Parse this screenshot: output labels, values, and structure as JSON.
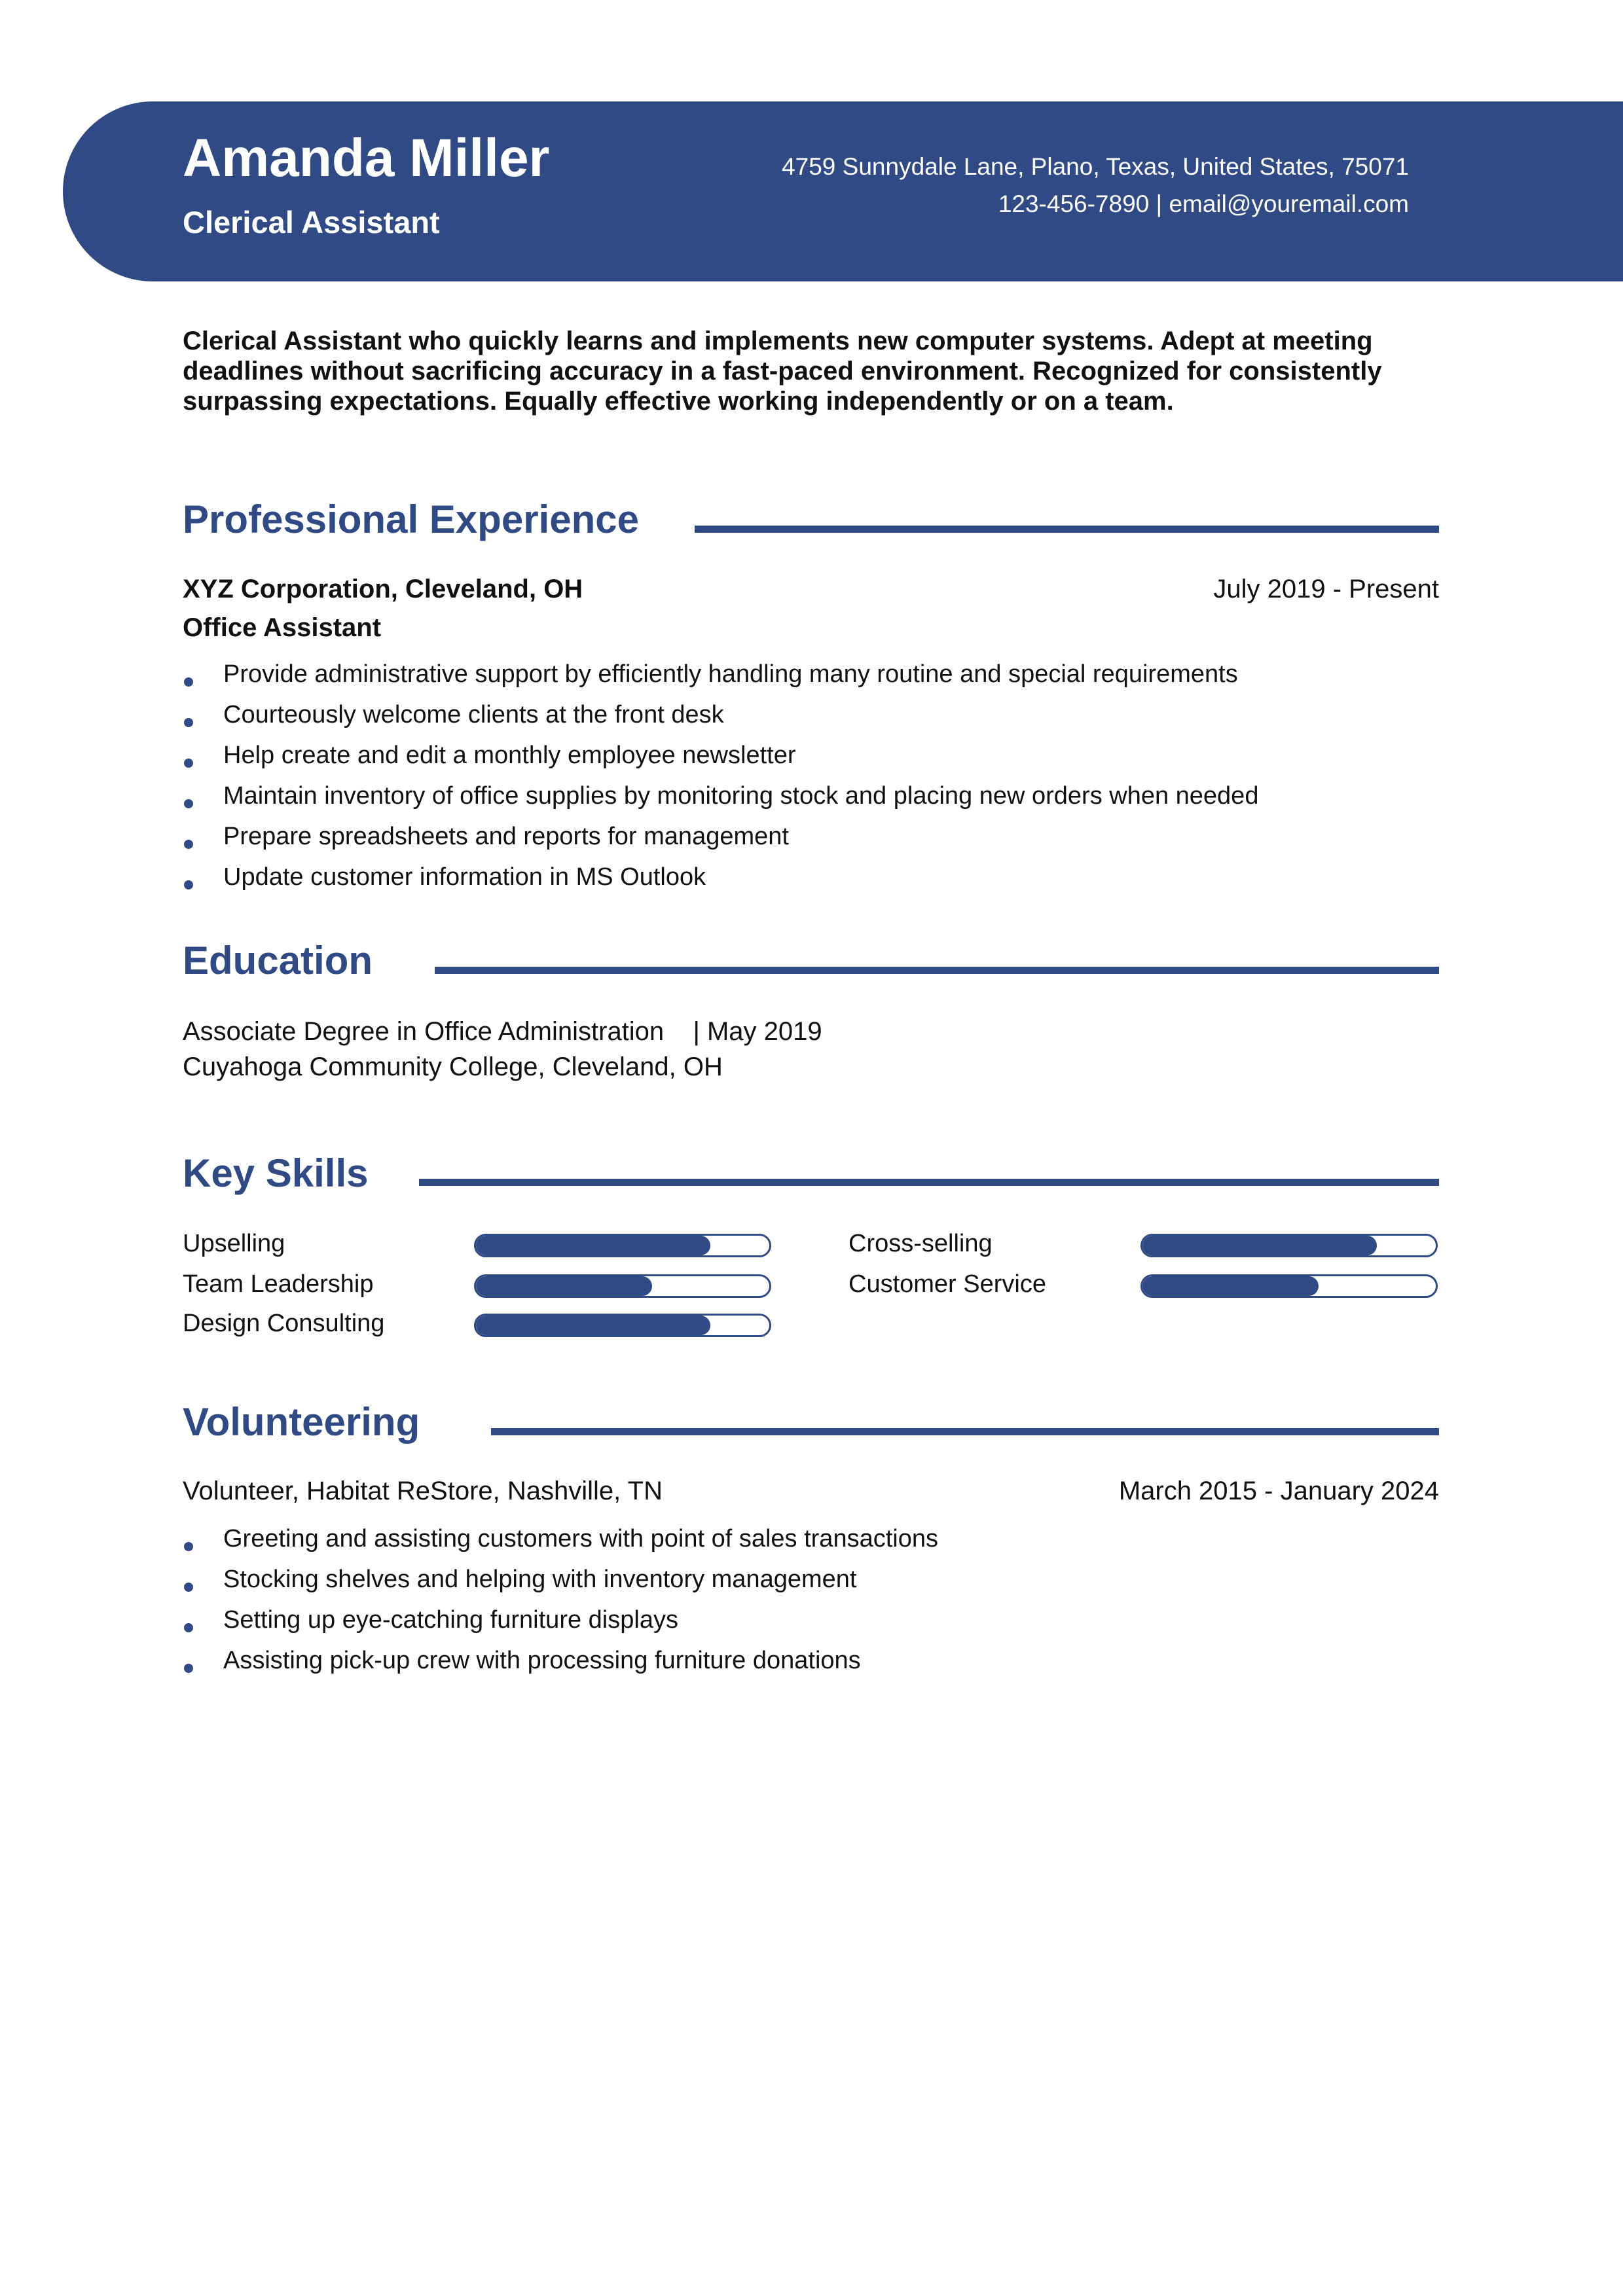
{
  "header": {
    "name": "Amanda Miller",
    "title": "Clerical Assistant",
    "address": "4759 Sunnydale Lane, Plano, Texas, United States, 75071",
    "phone": "123-456-7890",
    "separator": "|",
    "email": "email@youremail.com"
  },
  "summary": "Clerical Assistant who quickly learns and implements new computer systems. Adept at meeting deadlines without sacrificing accuracy in a fast-paced environment. Recognized for consistently surpassing expectations. Equally effective working independently or on a team.",
  "experience": {
    "heading": "Professional Experience",
    "company": "XYZ Corporation, Cleveland, OH",
    "dates": "July 2019 - Present",
    "role": "Office Assistant",
    "bullets": [
      "Provide administrative support by efficiently handling many routine and special requirements",
      "Courteously welcome clients at the front desk",
      "Help create and edit a monthly employee newsletter",
      "Maintain inventory of office supplies by monitoring stock and placing new orders when needed",
      "Prepare spreadsheets and reports for management",
      "Update customer information in MS Outlook"
    ]
  },
  "education": {
    "heading": "Education",
    "degree": "Associate Degree in Office Administration",
    "separator": "|",
    "date": "May 2019",
    "school": "Cuyahoga Community College, Cleveland, OH"
  },
  "skills": {
    "heading": "Key Skills",
    "items": [
      {
        "name": "Upselling",
        "level": 0.8
      },
      {
        "name": "Cross-selling",
        "level": 0.8
      },
      {
        "name": "Team Leadership",
        "level": 0.6
      },
      {
        "name": "Customer Service",
        "level": 0.6
      },
      {
        "name": "Design Consulting",
        "level": 0.8
      }
    ]
  },
  "volunteering": {
    "heading": "Volunteering",
    "position": "Volunteer, Habitat ReStore, Nashville, TN",
    "dates": "March 2015 - January 2024",
    "bullets": [
      "Greeting and assisting customers with point of sales transactions",
      "Stocking shelves and helping with inventory management",
      "Setting up eye-catching furniture displays",
      "Assisting pick-up crew with processing furniture donations"
    ]
  },
  "colors": {
    "accent": "#2f4a84"
  }
}
